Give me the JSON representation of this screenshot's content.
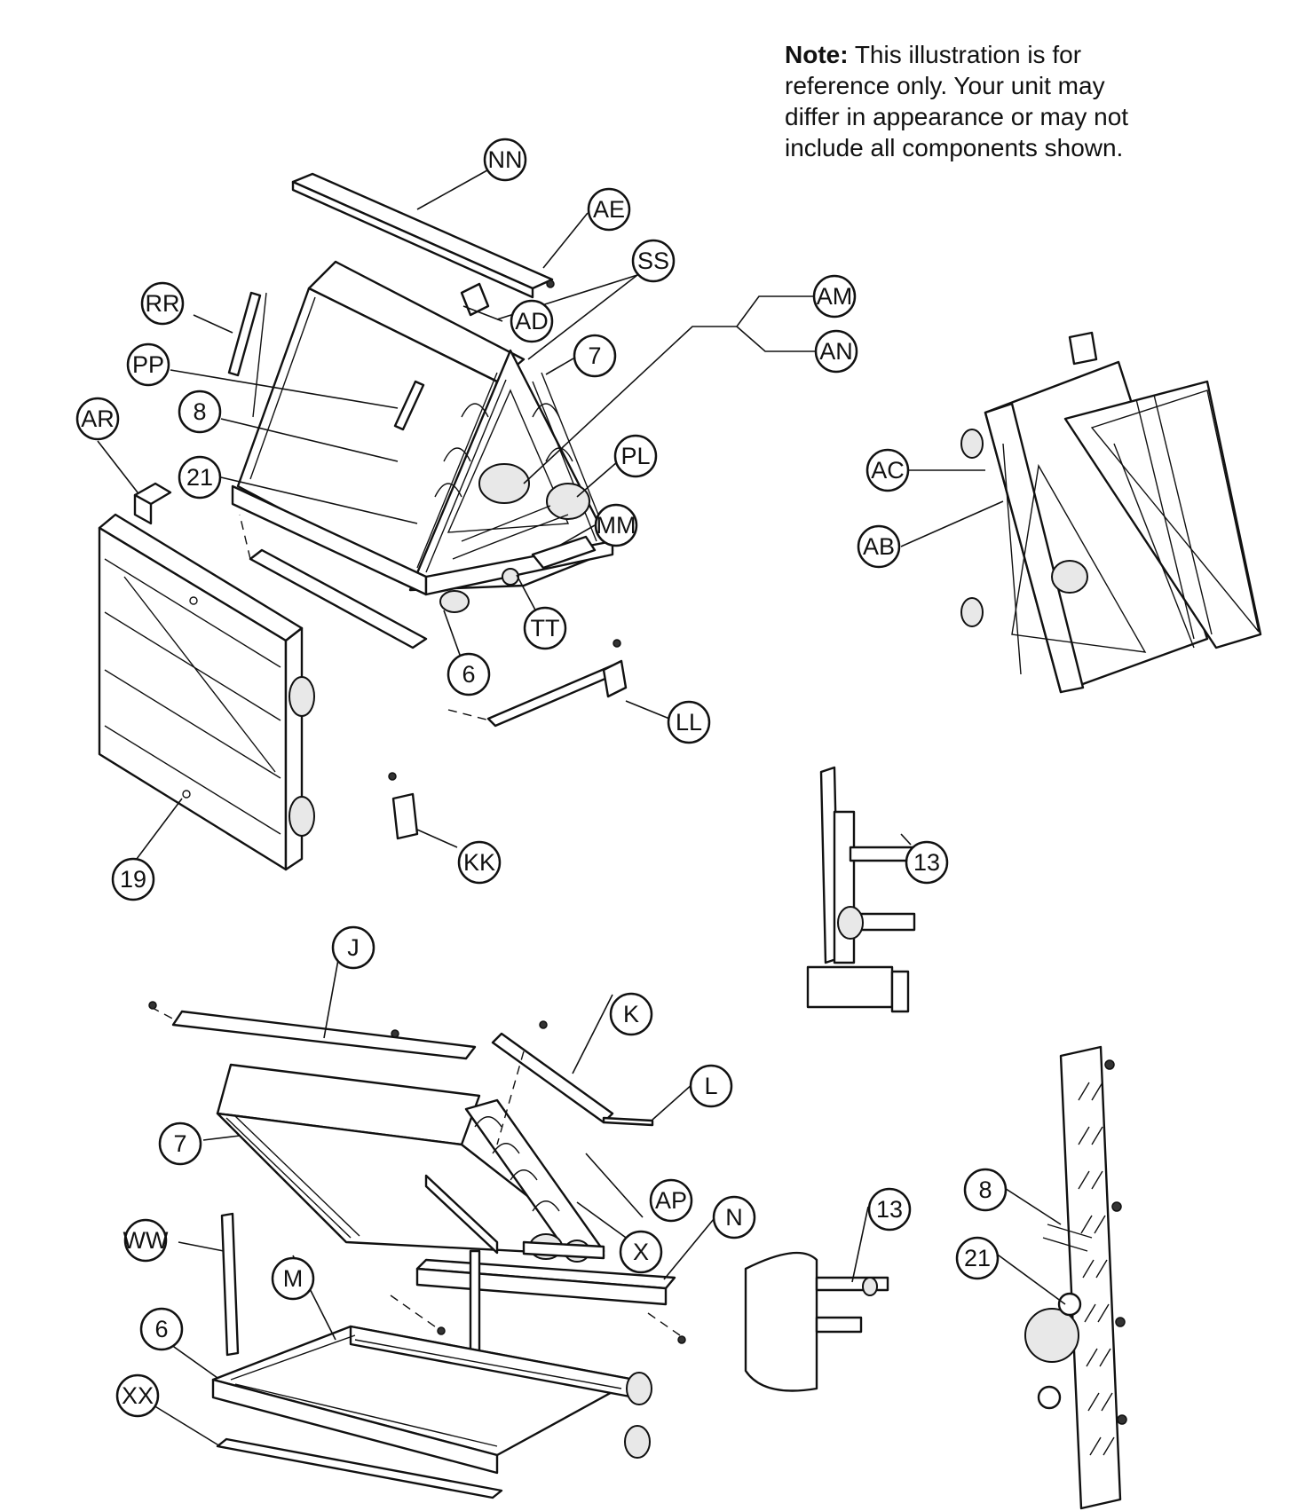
{
  "note": {
    "label": "Note:",
    "text": "This illustration is for reference only. Your unit may differ in appearance or may not include all components shown."
  },
  "callouts": {
    "NN": "NN",
    "AE": "AE",
    "SS": "SS",
    "AM": "AM",
    "AN": "AN",
    "RR": "RR",
    "AD": "AD",
    "PP": "PP",
    "c7a": "7",
    "AR": "AR",
    "c8a": "8",
    "c21a": "21",
    "PL": "PL",
    "AC": "AC",
    "MM": "MM",
    "AB": "AB",
    "TT": "TT",
    "c6a": "6",
    "LL": "LL",
    "c13a": "13",
    "KK": "KK",
    "c19": "19",
    "J": "J",
    "K": "K",
    "L": "L",
    "c7b": "7",
    "AP": "AP",
    "N": "N",
    "c13b": "13",
    "c8b": "8",
    "WW": "WW",
    "X": "X",
    "M": "M",
    "c21b": "21",
    "c6b": "6",
    "XX": "XX"
  }
}
